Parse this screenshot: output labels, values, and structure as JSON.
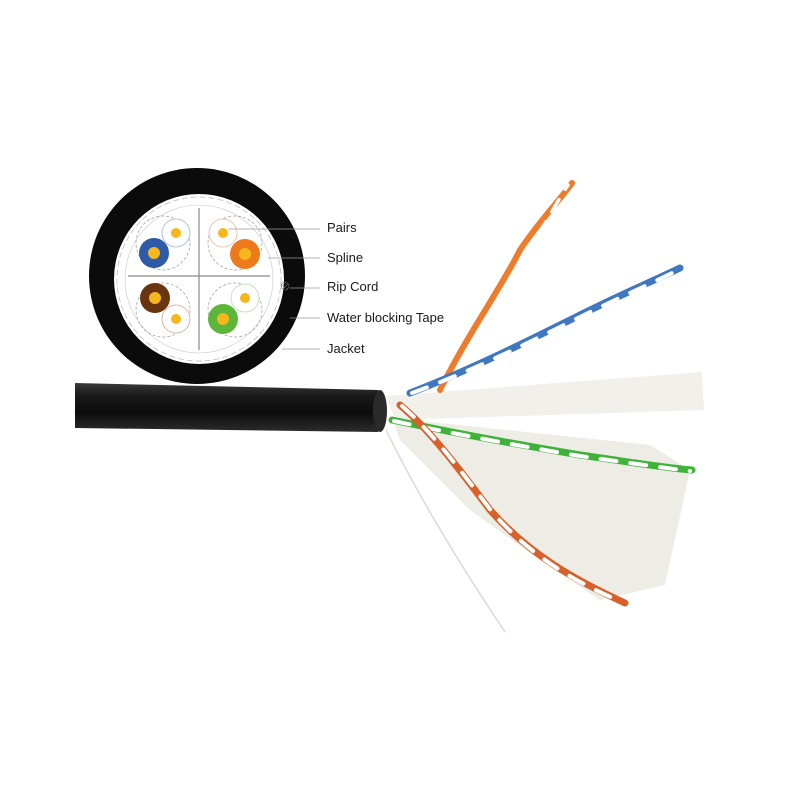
{
  "diagram": {
    "subject": "Cat6 outdoor cable with cross-section",
    "cross_section": {
      "jacket_color": "#0b0b0b",
      "pairs": [
        {
          "name": "blue-pair",
          "color": "#2e5aa8",
          "stripe": "#ffffff"
        },
        {
          "name": "orange-pair",
          "color": "#ee7a1c",
          "stripe": "#ffffff"
        },
        {
          "name": "brown-pair",
          "color": "#6b3410",
          "stripe": "#ffffff"
        },
        {
          "name": "green-pair",
          "color": "#5cb63a",
          "stripe": "#ffffff"
        }
      ],
      "conductor_color": "#f5b81c"
    },
    "labels": [
      {
        "id": "pairs",
        "text": "Pairs"
      },
      {
        "id": "spline",
        "text": "Spline"
      },
      {
        "id": "rip-cord",
        "text": "Rip Cord"
      },
      {
        "id": "water-blocking-tape",
        "text": "Water blocking Tape"
      },
      {
        "id": "jacket",
        "text": "Jacket"
      }
    ],
    "cable": {
      "jacket_color": "#111111",
      "tape_color": "#f2f2ee",
      "twisted_pairs": [
        {
          "name": "orange-twisted-pair",
          "color": "#f07b2a"
        },
        {
          "name": "blue-twisted-pair",
          "color": "#3f78c0"
        },
        {
          "name": "green-twisted-pair",
          "color": "#3fb23a"
        },
        {
          "name": "brown-orange-twisted-pair",
          "color": "#d8602a"
        }
      ]
    }
  }
}
